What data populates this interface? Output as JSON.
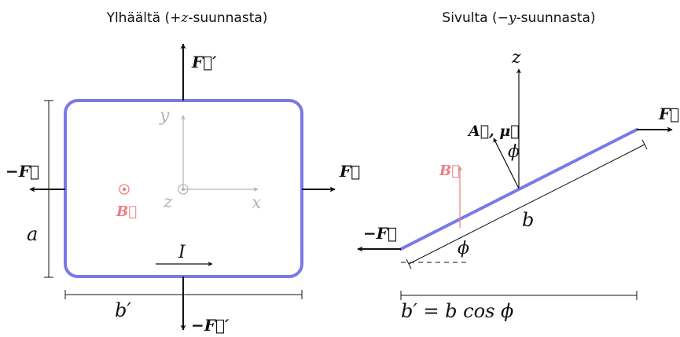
{
  "colors": {
    "loop": "#7b78e8",
    "field": "#f07c84",
    "axis_gray": "#b5b5b5",
    "ink": "#111111"
  },
  "left_panel": {
    "title_pre": "Ylhäältä (+",
    "title_var": "z",
    "title_post": "-suunnasta)",
    "force_top": "F⃗′",
    "force_bottom_sign": "−",
    "force_bottom": "F⃗′",
    "force_right": "F⃗",
    "force_left_sign": "−",
    "force_left": "F⃗",
    "field_label": "B⃗",
    "axis_x": "x",
    "axis_y": "y",
    "axis_z": "z",
    "current": "I",
    "dim_height": "a",
    "dim_width": "b′"
  },
  "right_panel": {
    "title_pre": "Sivulta (−",
    "title_var": "y",
    "title_post": "-suunnasta)",
    "axis_z": "z",
    "area_moment": "A⃗, μ⃗",
    "angle_top": "ϕ",
    "angle_bottom": "ϕ",
    "force_right": "F⃗",
    "force_left_sign": "−",
    "force_left": "F⃗",
    "field_label": "B⃗",
    "length": "b",
    "projection_pre": "b′ = b cos ",
    "projection_phi": "ϕ"
  }
}
